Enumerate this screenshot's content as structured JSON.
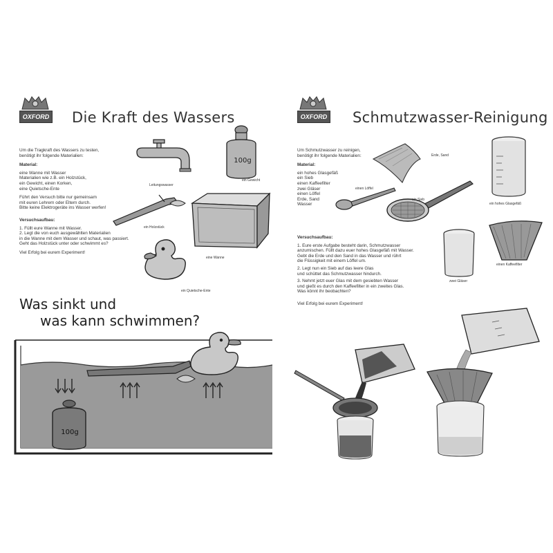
{
  "brand": "OXFORD",
  "left": {
    "title": "Die Kraft des Wassers",
    "intro": [
      "Um die Tragkraft des Wassers zu testen,",
      "benötigt ihr folgende Materialien:"
    ],
    "materials_heading": "Material:",
    "materials": [
      "eine Wanne mit Wasser",
      "Materialien wie z.B. ein Holzstück,",
      "ein Gewicht, einen Korken,",
      "eine Quietsche-Ente"
    ],
    "safety": [
      "Führt den Versuch bitte nur gemeinsam",
      "mit euren Lehrern oder Eltern durch.",
      "Bitte keine Elektrogeräte ins Wasser werfen!"
    ],
    "setup_heading": "Versuchsaufbau:",
    "steps": [
      "1. Füllt eure Wanne mit Wasser.",
      "2. Legt die von euch ausgewählten Materialien",
      "    in die Wanne mit dem Wasser und schaut, was passiert.",
      "    Geht das Holzstück unter oder schwimmt es?"
    ],
    "closing": "Viel Erfolg bei eurem Experiment!",
    "labels": {
      "tap": "Leitungswasser",
      "weight": "ein Gewicht",
      "wood": "ein Holzstück",
      "tub": "eine Wanne",
      "duck": "ein Quietsche-Ente"
    },
    "weight_text": "100g",
    "question_line1": "Was sinkt und",
    "question_line2": "was kann schwimmen?"
  },
  "right": {
    "title": "Schmutzwasser-Reinigung",
    "intro": [
      "Um Schmutzwasser zu reinigen,",
      "benötigt ihr folgende Materialien:"
    ],
    "materials_heading": "Material:",
    "materials": [
      "ein hohes Glasgefäß",
      "ein Sieb",
      "einen Kaffeefilter",
      "zwei Gläser",
      "einen Löffel",
      "Erde, Sand",
      "Wasser"
    ],
    "setup_heading": "Versuchsaufbau:",
    "steps": [
      "1. Eure erste Aufgabe besteht darin, Schmutzwasser",
      "    anzumischen. Füllt dazu euer hohes Glasgefäß mit Wasser.",
      "    Gebt die Erde und den Sand in das Wasser und rührt",
      "    die Flüssigkeit mit einem Löffel um.",
      "2. Legt nun ein Sieb auf das leere Glas",
      "    und schüttet das Schmutzwasser hindurch.",
      "3. Nehmt jetzt euer Glas mit dem gesiebten Wasser",
      "    und gießt es durch den Kaffeefilter in ein zweites Glas.",
      "    Was könnt ihr beobachten?"
    ],
    "closing": "Viel Erfolg bei eurem Experiment!",
    "labels": {
      "soil": "Erde, Sand",
      "spoon": "einen Löffel",
      "sieve": "ein Sieb",
      "tall_glass": "ein hohes Glasgefäß",
      "two_glasses": "zwei Gläser",
      "filter": "einen Kaffeefilter"
    }
  }
}
